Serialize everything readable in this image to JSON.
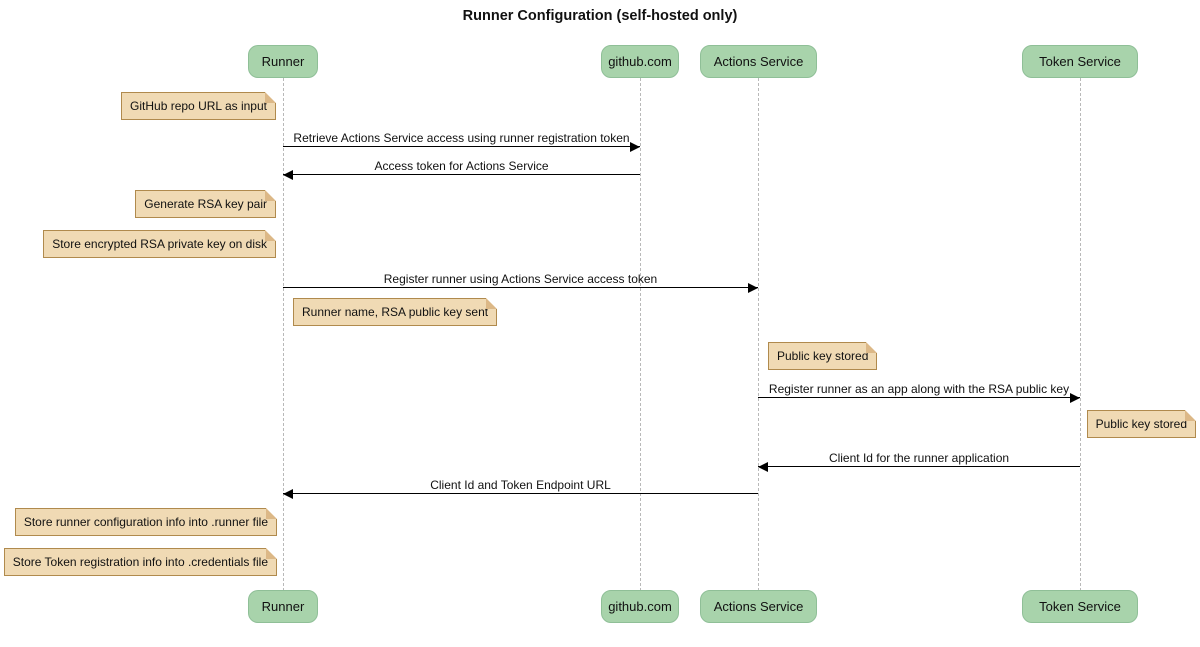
{
  "title": "Runner Configuration (self-hosted only)",
  "participants": [
    {
      "label": "Runner"
    },
    {
      "label": "github.com"
    },
    {
      "label": "Actions Service"
    },
    {
      "label": "Token Service"
    }
  ],
  "messages": [
    {
      "label": "Retrieve Actions Service access using runner registration token",
      "from": "Runner",
      "to": "github.com",
      "direction": "right"
    },
    {
      "label": "Access token for Actions Service",
      "from": "github.com",
      "to": "Runner",
      "direction": "left"
    },
    {
      "label": "Register runner using Actions Service access token",
      "from": "Runner",
      "to": "Actions Service",
      "direction": "right"
    },
    {
      "label": "Register runner as an app along with the RSA public key",
      "from": "Actions Service",
      "to": "Token Service",
      "direction": "right"
    },
    {
      "label": "Client Id for the runner application",
      "from": "Token Service",
      "to": "Actions Service",
      "direction": "left"
    },
    {
      "label": "Client Id and Token Endpoint URL",
      "from": "Actions Service",
      "to": "Runner",
      "direction": "left"
    }
  ],
  "notes": [
    {
      "text": "GitHub repo URL as input",
      "anchor": "left-of-runner"
    },
    {
      "text": "Generate RSA key pair",
      "anchor": "left-of-runner"
    },
    {
      "text": "Store encrypted RSA private key on disk",
      "anchor": "left-of-runner"
    },
    {
      "text": "Runner name, RSA public key sent",
      "anchor": "right-of-runner"
    },
    {
      "text": "Public key stored",
      "anchor": "right-of-actions-service"
    },
    {
      "text": "Public key stored",
      "anchor": "right-of-token-service"
    },
    {
      "text": "Store runner configuration info into .runner file",
      "anchor": "left-of-runner"
    },
    {
      "text": "Store Token registration info into .credentials file",
      "anchor": "left-of-runner"
    }
  ],
  "colors": {
    "actor_fill": "#a8d3ab",
    "actor_border": "#8fbf97",
    "note_fill": "#f0dab4",
    "note_border": "#b08a4d",
    "lifeline": "#b9b9b9",
    "arrow": "#000000",
    "background": "#ffffff",
    "text": "#111111"
  }
}
